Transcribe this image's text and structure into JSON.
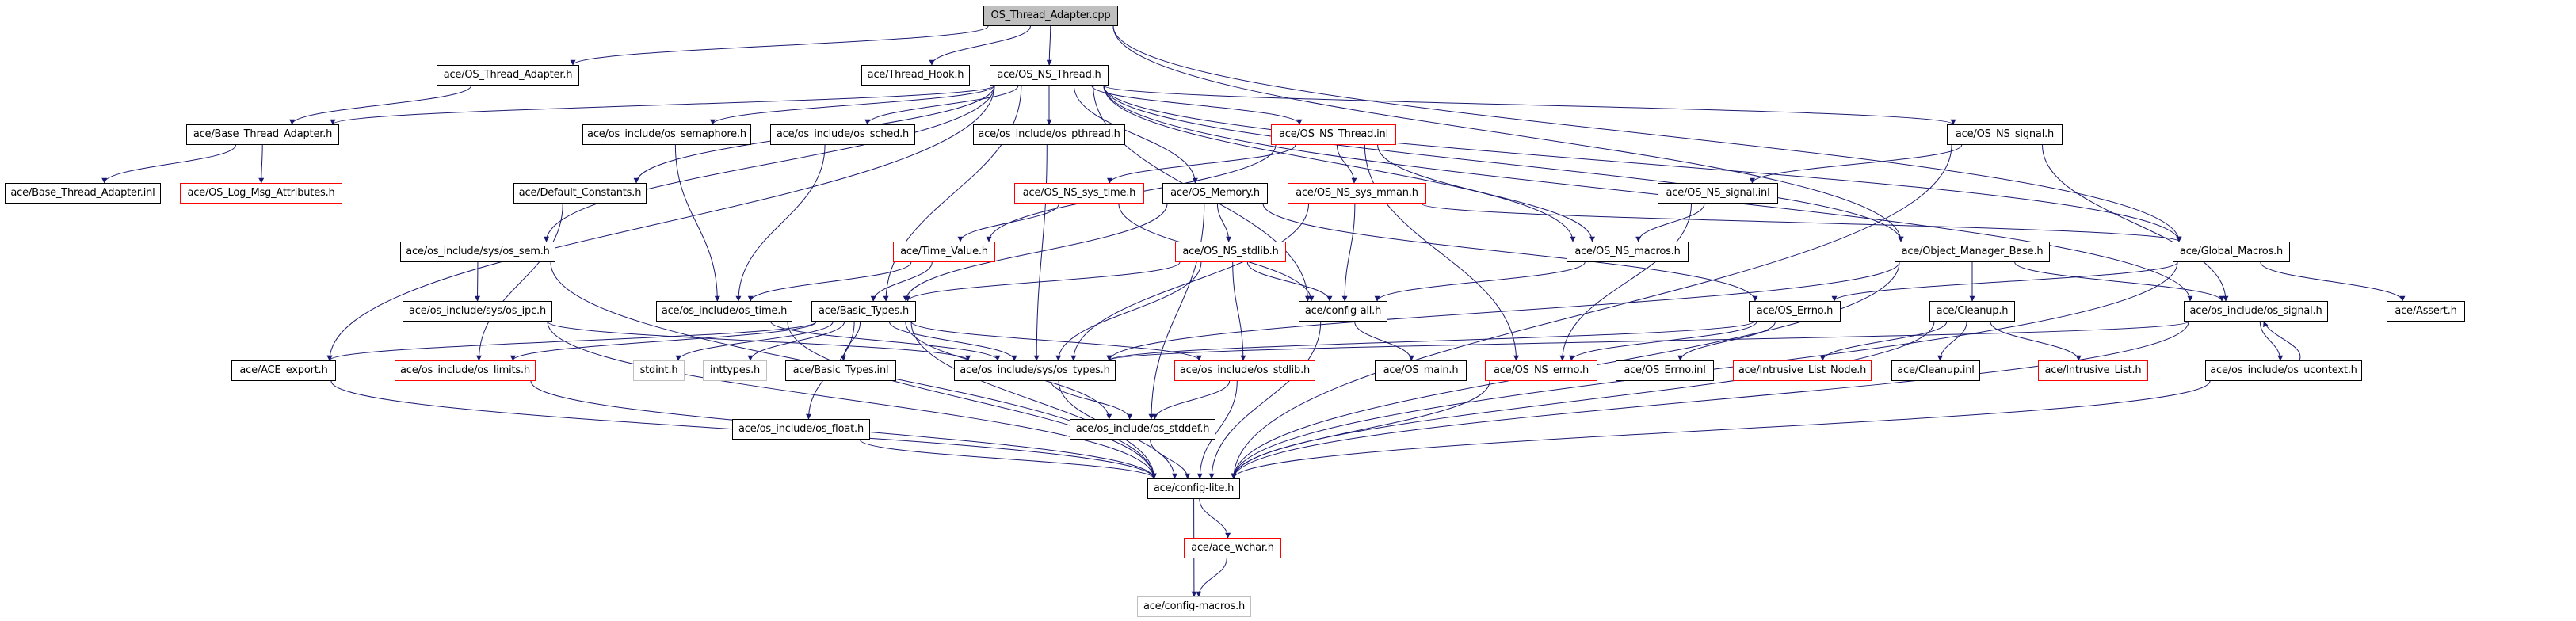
{
  "title": "OS_Thread_Adapter.cpp include dependency graph",
  "colors": {
    "edge": "#191970",
    "border_documented": "#000000",
    "border_undocumented": "#ff0000",
    "border_external": "#bfbfbf",
    "root_fill": "#bfbfbf"
  },
  "nodes": {
    "root": {
      "label": "OS_Thread_Adapter.cpp",
      "kind": "root"
    },
    "os_thread_adapter_h": {
      "label": "ace/OS_Thread_Adapter.h",
      "kind": "documented"
    },
    "thread_hook_h": {
      "label": "ace/Thread_Hook.h",
      "kind": "documented"
    },
    "os_ns_thread_h": {
      "label": "ace/OS_NS_Thread.h",
      "kind": "documented"
    },
    "base_thread_adapter_h": {
      "label": "ace/Base_Thread_Adapter.h",
      "kind": "documented"
    },
    "os_semaphore_h": {
      "label": "ace/os_include/os_semaphore.h",
      "kind": "documented"
    },
    "os_sched_h": {
      "label": "ace/os_include/os_sched.h",
      "kind": "documented"
    },
    "os_pthread_h": {
      "label": "ace/os_include/os_pthread.h",
      "kind": "documented"
    },
    "os_ns_thread_inl": {
      "label": "ace/OS_NS_Thread.inl",
      "kind": "undocumented"
    },
    "os_ns_signal_h": {
      "label": "ace/OS_NS_signal.h",
      "kind": "documented"
    },
    "base_thread_adapter_inl": {
      "label": "ace/Base_Thread_Adapter.inl",
      "kind": "documented"
    },
    "os_log_msg_attributes_h": {
      "label": "ace/OS_Log_Msg_Attributes.h",
      "kind": "undocumented"
    },
    "default_constants_h": {
      "label": "ace/Default_Constants.h",
      "kind": "documented"
    },
    "os_ns_sys_time_h": {
      "label": "ace/OS_NS_sys_time.h",
      "kind": "undocumented"
    },
    "os_memory_h": {
      "label": "ace/OS_Memory.h",
      "kind": "documented"
    },
    "os_ns_sys_mman_h": {
      "label": "ace/OS_NS_sys_mman.h",
      "kind": "undocumented"
    },
    "os_ns_signal_inl": {
      "label": "ace/OS_NS_signal.inl",
      "kind": "documented"
    },
    "os_sem_h": {
      "label": "ace/os_include/sys/os_sem.h",
      "kind": "documented"
    },
    "time_value_h": {
      "label": "ace/Time_Value.h",
      "kind": "undocumented"
    },
    "os_ns_stdlib_h": {
      "label": "ace/OS_NS_stdlib.h",
      "kind": "undocumented"
    },
    "os_ns_macros_h": {
      "label": "ace/OS_NS_macros.h",
      "kind": "documented"
    },
    "object_manager_base_h": {
      "label": "ace/Object_Manager_Base.h",
      "kind": "documented"
    },
    "global_macros_h": {
      "label": "ace/Global_Macros.h",
      "kind": "documented"
    },
    "os_ipc_h": {
      "label": "ace/os_include/sys/os_ipc.h",
      "kind": "documented"
    },
    "os_time_h": {
      "label": "ace/os_include/os_time.h",
      "kind": "documented"
    },
    "basic_types_h": {
      "label": "ace/Basic_Types.h",
      "kind": "documented"
    },
    "config_all_h": {
      "label": "ace/config-all.h",
      "kind": "documented"
    },
    "os_errno_h": {
      "label": "ace/OS_Errno.h",
      "kind": "documented"
    },
    "cleanup_h": {
      "label": "ace/Cleanup.h",
      "kind": "documented"
    },
    "os_signal_h": {
      "label": "ace/os_include/os_signal.h",
      "kind": "documented"
    },
    "assert_h": {
      "label": "ace/Assert.h",
      "kind": "documented"
    },
    "ace_export_h": {
      "label": "ace/ACE_export.h",
      "kind": "documented"
    },
    "os_limits_h": {
      "label": "ace/os_include/os_limits.h",
      "kind": "undocumented"
    },
    "stdint_h": {
      "label": "stdint.h",
      "kind": "external"
    },
    "inttypes_h": {
      "label": "inttypes.h",
      "kind": "external"
    },
    "basic_types_inl": {
      "label": "ace/Basic_Types.inl",
      "kind": "documented"
    },
    "os_types_h": {
      "label": "ace/os_include/sys/os_types.h",
      "kind": "documented"
    },
    "os_stdlib_h": {
      "label": "ace/os_include/os_stdlib.h",
      "kind": "undocumented"
    },
    "os_main_h": {
      "label": "ace/OS_main.h",
      "kind": "documented"
    },
    "os_ns_errno_h": {
      "label": "ace/OS_NS_errno.h",
      "kind": "undocumented"
    },
    "os_errno_inl": {
      "label": "ace/OS_Errno.inl",
      "kind": "documented"
    },
    "intrusive_list_node_h": {
      "label": "ace/Intrusive_List_Node.h",
      "kind": "undocumented"
    },
    "cleanup_inl": {
      "label": "ace/Cleanup.inl",
      "kind": "documented"
    },
    "intrusive_list_h": {
      "label": "ace/Intrusive_List.h",
      "kind": "undocumented"
    },
    "os_ucontext_h": {
      "label": "ace/os_include/os_ucontext.h",
      "kind": "documented"
    },
    "os_float_h": {
      "label": "ace/os_include/os_float.h",
      "kind": "documented"
    },
    "os_stddef_h": {
      "label": "ace/os_include/os_stddef.h",
      "kind": "documented"
    },
    "config_lite_h": {
      "label": "ace/config-lite.h",
      "kind": "documented"
    },
    "ace_wchar_h": {
      "label": "ace/ace_wchar.h",
      "kind": "undocumented"
    },
    "config_macros_h": {
      "label": "ace/config-macros.h",
      "kind": "external"
    }
  },
  "edges": [
    [
      "root",
      "os_thread_adapter_h"
    ],
    [
      "root",
      "thread_hook_h"
    ],
    [
      "root",
      "os_ns_thread_h"
    ],
    [
      "root",
      "global_macros_h"
    ],
    [
      "root",
      "object_manager_base_h"
    ],
    [
      "os_thread_adapter_h",
      "base_thread_adapter_h"
    ],
    [
      "base_thread_adapter_h",
      "base_thread_adapter_inl"
    ],
    [
      "base_thread_adapter_h",
      "os_log_msg_attributes_h"
    ],
    [
      "os_ns_thread_h",
      "base_thread_adapter_h"
    ],
    [
      "os_ns_thread_h",
      "os_semaphore_h"
    ],
    [
      "os_ns_thread_h",
      "os_sched_h"
    ],
    [
      "os_ns_thread_h",
      "os_pthread_h"
    ],
    [
      "os_ns_thread_h",
      "os_ns_thread_inl"
    ],
    [
      "os_ns_thread_h",
      "os_ns_signal_h"
    ],
    [
      "os_ns_thread_h",
      "default_constants_h"
    ],
    [
      "os_ns_thread_h",
      "os_sem_h"
    ],
    [
      "os_ns_thread_h",
      "os_memory_h"
    ],
    [
      "os_ns_thread_h",
      "basic_types_h"
    ],
    [
      "os_ns_thread_h",
      "ace_export_h"
    ],
    [
      "os_ns_thread_h",
      "config_all_h"
    ],
    [
      "os_ns_thread_h",
      "os_ns_macros_h"
    ],
    [
      "os_ns_thread_h",
      "object_manager_base_h"
    ],
    [
      "os_ns_thread_h",
      "global_macros_h"
    ],
    [
      "os_ns_thread_h",
      "os_signal_h"
    ],
    [
      "os_ns_thread_inl",
      "os_ns_sys_time_h"
    ],
    [
      "os_ns_thread_inl",
      "os_ns_sys_mman_h"
    ],
    [
      "os_ns_thread_inl",
      "time_value_h"
    ],
    [
      "os_ns_thread_inl",
      "os_ns_macros_h"
    ],
    [
      "os_ns_thread_inl",
      "os_ns_errno_h"
    ],
    [
      "os_ns_sys_time_h",
      "time_value_h"
    ],
    [
      "os_ns_sys_time_h",
      "config_all_h"
    ],
    [
      "os_ns_sys_mman_h",
      "config_all_h"
    ],
    [
      "os_ns_sys_mman_h",
      "os_types_h"
    ],
    [
      "os_ns_sys_mman_h",
      "global_macros_h"
    ],
    [
      "os_memory_h",
      "os_ns_stdlib_h"
    ],
    [
      "os_memory_h",
      "basic_types_h"
    ],
    [
      "os_memory_h",
      "os_errno_h"
    ],
    [
      "os_memory_h",
      "os_stddef_h"
    ],
    [
      "os_ns_stdlib_h",
      "config_all_h"
    ],
    [
      "os_ns_stdlib_h",
      "os_stdlib_h"
    ],
    [
      "os_ns_stdlib_h",
      "basic_types_h"
    ],
    [
      "os_ns_stdlib_h",
      "os_types_h"
    ],
    [
      "os_ns_signal_h",
      "os_ns_signal_inl"
    ],
    [
      "os_ns_signal_h",
      "os_signal_h"
    ],
    [
      "os_ns_signal_h",
      "config_lite_h"
    ],
    [
      "os_ns_signal_inl",
      "os_ns_macros_h"
    ],
    [
      "os_ns_signal_inl",
      "os_ns_errno_h"
    ],
    [
      "os_ns_macros_h",
      "config_all_h"
    ],
    [
      "object_manager_base_h",
      "cleanup_h"
    ],
    [
      "object_manager_base_h",
      "os_signal_h"
    ],
    [
      "object_manager_base_h",
      "os_types_h"
    ],
    [
      "object_manager_base_h",
      "config_lite_h"
    ],
    [
      "global_macros_h",
      "os_errno_h"
    ],
    [
      "global_macros_h",
      "assert_h"
    ],
    [
      "global_macros_h",
      "config_lite_h"
    ],
    [
      "os_semaphore_h",
      "os_time_h"
    ],
    [
      "os_sched_h",
      "os_time_h"
    ],
    [
      "os_pthread_h",
      "os_types_h"
    ],
    [
      "default_constants_h",
      "os_limits_h"
    ],
    [
      "os_sem_h",
      "os_ipc_h"
    ],
    [
      "os_sem_h",
      "config_lite_h"
    ],
    [
      "os_ipc_h",
      "os_types_h"
    ],
    [
      "os_ipc_h",
      "config_lite_h"
    ],
    [
      "time_value_h",
      "os_time_h"
    ],
    [
      "time_value_h",
      "basic_types_h"
    ],
    [
      "os_time_h",
      "os_types_h"
    ],
    [
      "os_time_h",
      "config_lite_h"
    ],
    [
      "basic_types_h",
      "ace_export_h"
    ],
    [
      "basic_types_h",
      "os_limits_h"
    ],
    [
      "basic_types_h",
      "stdint_h"
    ],
    [
      "basic_types_h",
      "inttypes_h"
    ],
    [
      "basic_types_h",
      "basic_types_inl"
    ],
    [
      "basic_types_h",
      "os_types_h"
    ],
    [
      "basic_types_h",
      "os_stdlib_h"
    ],
    [
      "basic_types_h",
      "os_float_h"
    ],
    [
      "basic_types_h",
      "os_stddef_h"
    ],
    [
      "basic_types_h",
      "config_lite_h"
    ],
    [
      "config_all_h",
      "os_main_h"
    ],
    [
      "config_all_h",
      "config_lite_h"
    ],
    [
      "os_errno_h",
      "os_ns_errno_h"
    ],
    [
      "os_errno_h",
      "os_errno_inl"
    ],
    [
      "os_errno_h",
      "os_types_h"
    ],
    [
      "os_ns_errno_h",
      "config_lite_h"
    ],
    [
      "cleanup_h",
      "intrusive_list_node_h"
    ],
    [
      "cleanup_h",
      "cleanup_inl"
    ],
    [
      "cleanup_h",
      "intrusive_list_h"
    ],
    [
      "cleanup_h",
      "config_lite_h"
    ],
    [
      "os_signal_h",
      "os_ucontext_h"
    ],
    [
      "os_signal_h",
      "os_types_h"
    ],
    [
      "os_signal_h",
      "config_lite_h"
    ],
    [
      "os_ucontext_h",
      "os_signal_h"
    ],
    [
      "os_ucontext_h",
      "config_lite_h"
    ],
    [
      "ace_export_h",
      "config_lite_h"
    ],
    [
      "os_limits_h",
      "config_lite_h"
    ],
    [
      "os_types_h",
      "os_stddef_h"
    ],
    [
      "os_types_h",
      "config_lite_h"
    ],
    [
      "os_stdlib_h",
      "os_stddef_h"
    ],
    [
      "os_stdlib_h",
      "config_lite_h"
    ],
    [
      "os_float_h",
      "config_lite_h"
    ],
    [
      "os_stddef_h",
      "config_lite_h"
    ],
    [
      "config_lite_h",
      "ace_wchar_h"
    ],
    [
      "config_lite_h",
      "config_macros_h"
    ],
    [
      "ace_wchar_h",
      "config_macros_h"
    ]
  ]
}
